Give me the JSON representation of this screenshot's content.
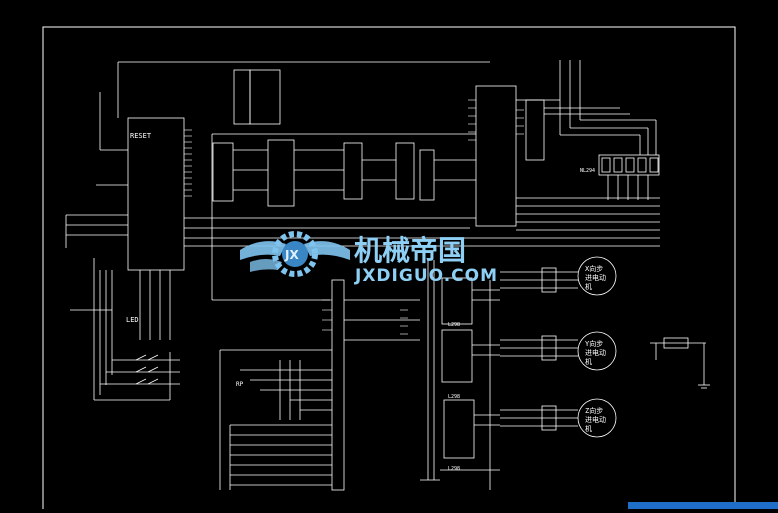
{
  "viewer": {
    "background": "#000000",
    "line_color": "#ffffff",
    "accent": "#1f6fc8"
  },
  "watermark": {
    "logo_chinese": "机械帝国",
    "logo_latin": "JXDIGUO.COM",
    "logo_badge": "JX",
    "color": "#7fc4ef"
  },
  "labels": {
    "reset": "RESET",
    "led": "LED",
    "rp": "RP",
    "l298_1": "L298",
    "l298_2": "L298",
    "l298_3": "L298",
    "nl_label": "NL294"
  },
  "motors": [
    {
      "name": "X向步进电动机",
      "line1": "X向步",
      "line2": "进电动",
      "line3": "机"
    },
    {
      "name": "Y向步进电动机",
      "line1": "Y向步",
      "line2": "进电动",
      "line3": "机"
    },
    {
      "name": "Z向步进电动机",
      "line1": "Z向步",
      "line2": "进电动",
      "line3": "机"
    }
  ]
}
